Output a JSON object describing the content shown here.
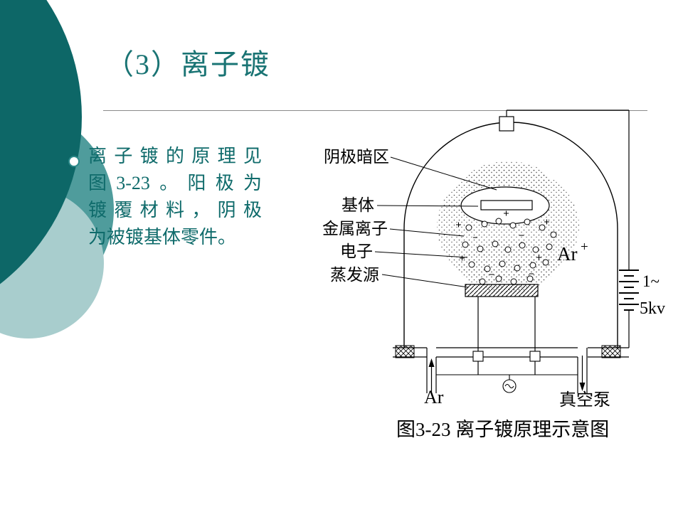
{
  "slide": {
    "title": "（3）离子镀",
    "body": {
      "lines": [
        "离子镀的原理见",
        "图3-23。阳极为",
        "镀覆材料，阴极",
        "为被镀基体零件。"
      ]
    }
  },
  "diagram": {
    "caption": "图3-23 离子镀原理示意图",
    "labels": {
      "cathode_dark_region": "阴极暗区",
      "substrate": "基体",
      "metal_ions": "金属离子",
      "electrons": "电子",
      "evaporation_source": "蒸发源",
      "argon_ion": "Ar",
      "argon_ion_sup": "+",
      "voltage_top": "1~",
      "voltage_bottom": "5kv",
      "argon_inlet": "Ar",
      "vacuum_pump": "真空泵"
    },
    "colors": {
      "line": "#000000",
      "accent_dark": "#0d6767",
      "accent_mid": "#4f9c9c",
      "accent_pale": "#a8cdcd",
      "title_text": "#1a7474",
      "body_text": "#0f6b6b"
    }
  }
}
